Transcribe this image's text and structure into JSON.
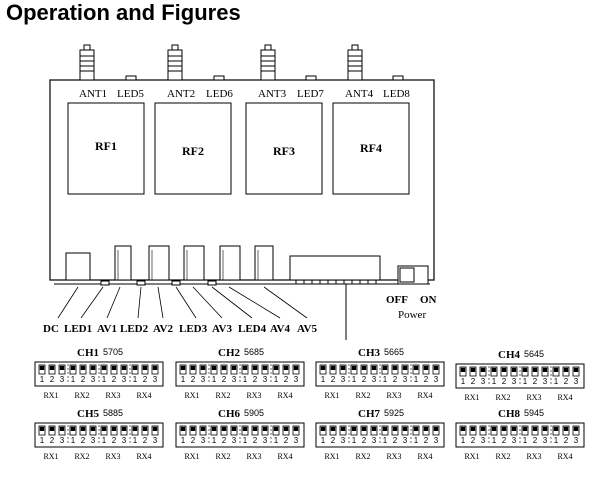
{
  "title": "Operation and Figures",
  "antennas": [
    {
      "ant": "ANT1",
      "led": "LED5",
      "rf": "RF1"
    },
    {
      "ant": "ANT2",
      "led": "LED6",
      "rf": "RF2"
    },
    {
      "ant": "ANT3",
      "led": "LED7",
      "rf": "RF3"
    },
    {
      "ant": "ANT4",
      "led": "LED8",
      "rf": "RF4"
    }
  ],
  "ports": [
    "DC",
    "LED1",
    "AV1",
    "LED2",
    "AV2",
    "LED3",
    "AV3",
    "LED4",
    "AV4",
    "AV5"
  ],
  "power": {
    "off": "OFF",
    "on": "ON",
    "label": "Power"
  },
  "dip_numbers": [
    "1",
    "2",
    "3"
  ],
  "receivers": [
    "RX1",
    "RX2",
    "RX3",
    "RX4"
  ],
  "channels": [
    {
      "name": "CH1",
      "freq": "5705"
    },
    {
      "name": "CH2",
      "freq": "5685"
    },
    {
      "name": "CH3",
      "freq": "5665"
    },
    {
      "name": "CH4",
      "freq": "5645"
    },
    {
      "name": "CH5",
      "freq": "5885"
    },
    {
      "name": "CH6",
      "freq": "5905"
    },
    {
      "name": "CH7",
      "freq": "5925"
    },
    {
      "name": "CH8",
      "freq": "5945"
    }
  ]
}
